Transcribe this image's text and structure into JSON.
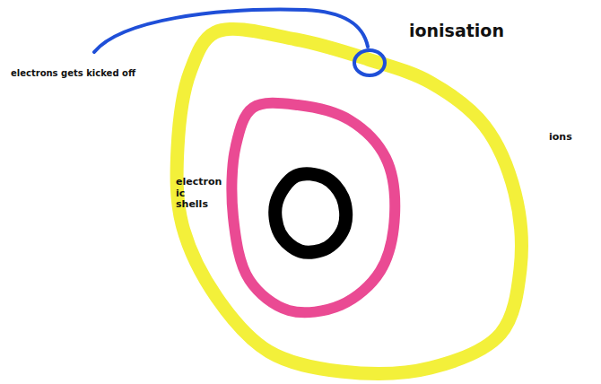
{
  "diagram": {
    "labels": [
      "ionisation",
      "electrons gets kicked off",
      "electron ic shells",
      "ions"
    ]
  }
}
